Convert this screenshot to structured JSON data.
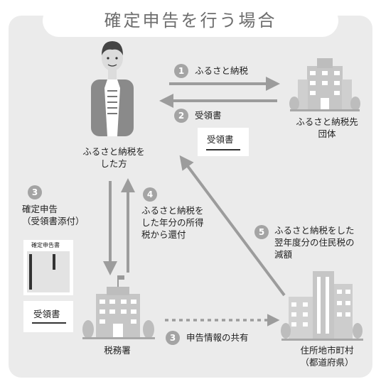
{
  "title": "確定申告を行う場合",
  "nodes": {
    "person": [
      "ふるさと納税を",
      "した方"
    ],
    "municipality": [
      "ふるさと納税先",
      "団体"
    ],
    "tax_office": "税務署",
    "residence": [
      "住所地市町村",
      "（都道府県）"
    ]
  },
  "steps": [
    {
      "num": "1",
      "text": [
        "ふるさと納税"
      ]
    },
    {
      "num": "2",
      "text": [
        "受領書"
      ]
    },
    {
      "num": "3",
      "text": [
        "確定申告",
        "（受領書添付）"
      ]
    },
    {
      "num": "4",
      "text": [
        "ふるさと納税を",
        "した年分の所得",
        "税から還付"
      ]
    },
    {
      "num": "5",
      "text": [
        "ふるさと納税をした",
        "翌年度分の住民税の",
        "減額"
      ]
    },
    {
      "num": "3",
      "text": [
        "申告情報の共有"
      ]
    }
  ],
  "receipt_card_label": "受領書",
  "return_form_title": "確定申告書",
  "receipt_card2_label": "受領書",
  "colors": {
    "panel": "#ebebeb",
    "arrow": "#9c9c9c",
    "badge": "#a4a4a4",
    "building": "#c6c6c6",
    "person_shirt": "#8a8a8a"
  }
}
